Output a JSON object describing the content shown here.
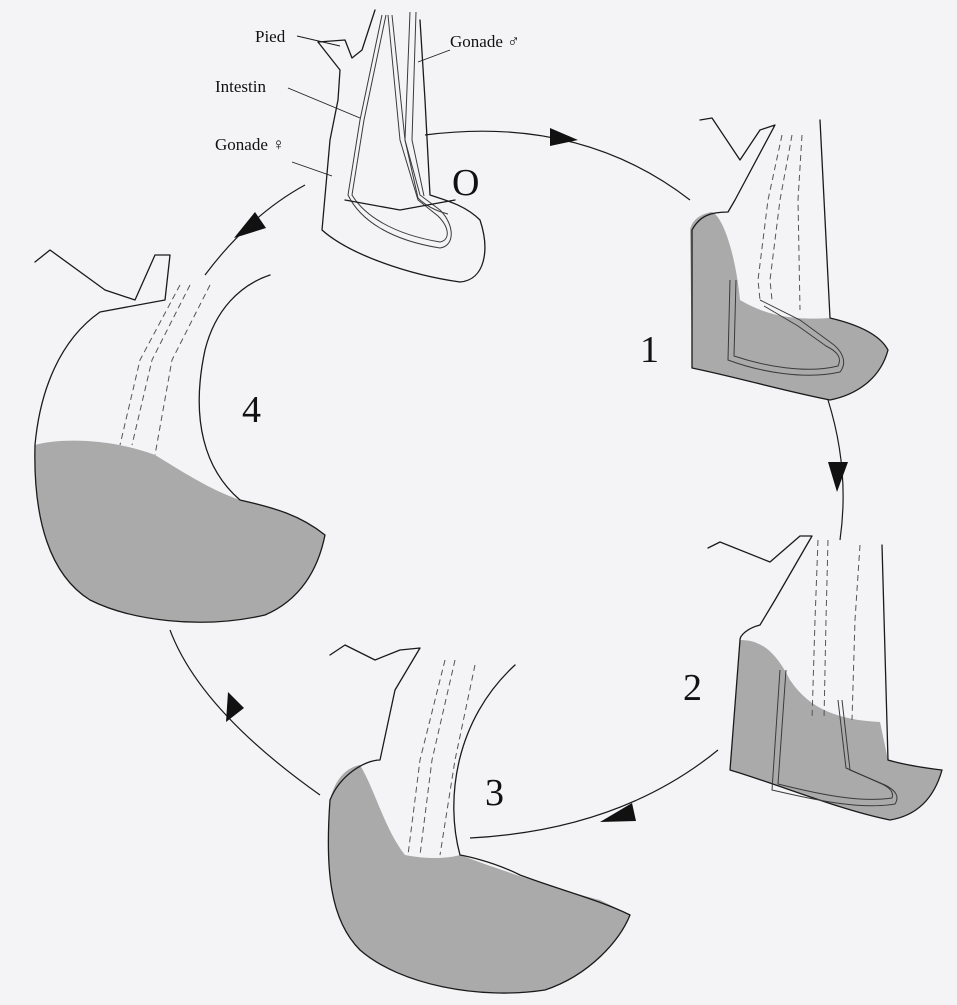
{
  "labels": {
    "foot": "Pied",
    "intestine": "Intestin",
    "male_gonad": "Gonade ♂",
    "female_gonad": "Gonade ♀"
  },
  "stages": [
    "O",
    "1",
    "2",
    "3",
    "4"
  ],
  "colors": {
    "gonad_fill": "#9c9c9c",
    "outline": "#1a1a1a",
    "background": "#f4f4f6"
  }
}
